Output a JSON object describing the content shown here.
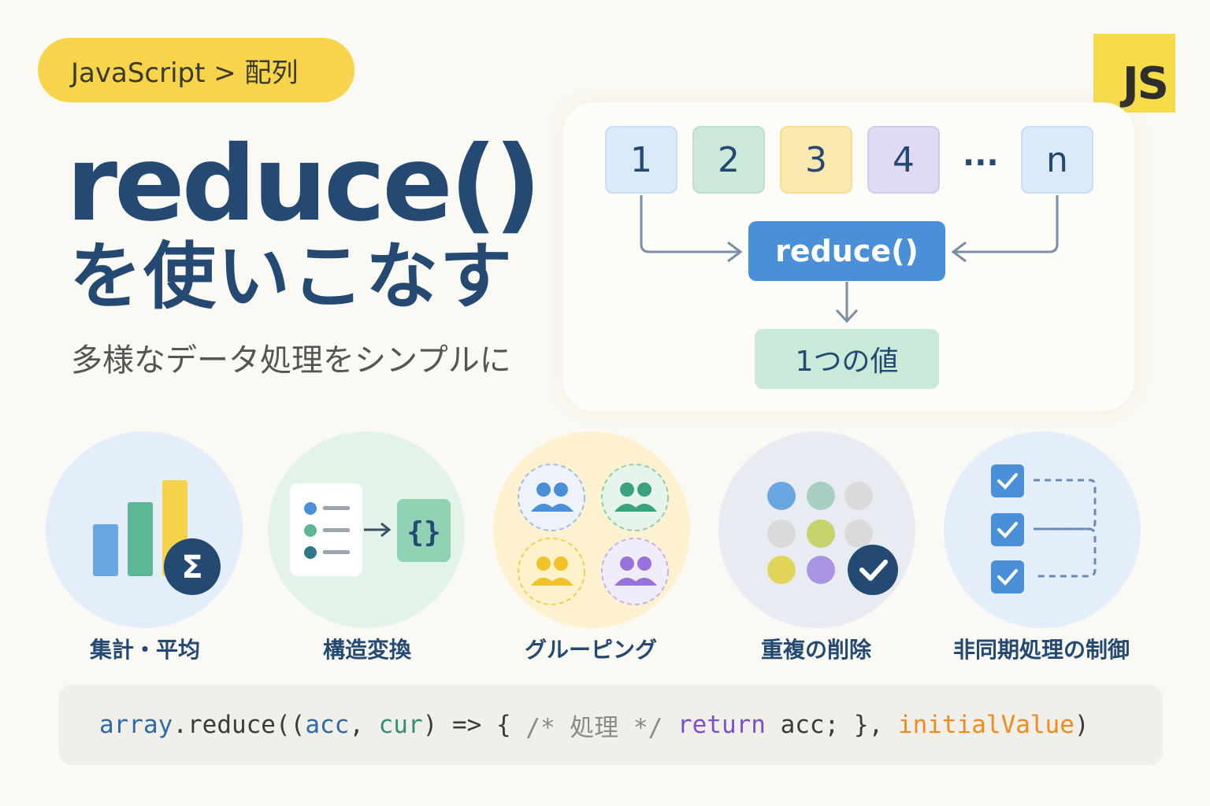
{
  "breadcrumb": "JavaScript > 配列",
  "logo_text": "JS",
  "title": "reduce()",
  "subtitle": "を使いこなす",
  "tagline": "多様なデータ処理をシンプルに",
  "diagram": {
    "items": [
      "1",
      "2",
      "3",
      "4",
      "n"
    ],
    "ellipsis": "···",
    "reduce_label": "reduce()",
    "result_label": "1つの値"
  },
  "features": [
    {
      "label": "集計・平均",
      "icon": "bar-chart-sigma-icon"
    },
    {
      "label": "構造変換",
      "icon": "list-to-object-icon"
    },
    {
      "label": "グルーピング",
      "icon": "group-people-icon"
    },
    {
      "label": "重複の削除",
      "icon": "dedupe-dots-check-icon"
    },
    {
      "label": "非同期処理の制御",
      "icon": "sequential-checklist-icon"
    }
  ],
  "code": {
    "array": "array",
    "dot_reduce": ".reduce((",
    "acc": "acc",
    "comma": ", ",
    "cur": "cur",
    "arrow": ") => { ",
    "comment": "/* 処理 */",
    "ret": "return",
    "ret_rest": " acc; }, ",
    "initial": "initialValue",
    "close": ")"
  },
  "colors": {
    "accent_yellow": "#f7d44b",
    "navy": "#244a73",
    "reduce_blue": "#4a90d9",
    "result_green": "#c9ead8"
  }
}
